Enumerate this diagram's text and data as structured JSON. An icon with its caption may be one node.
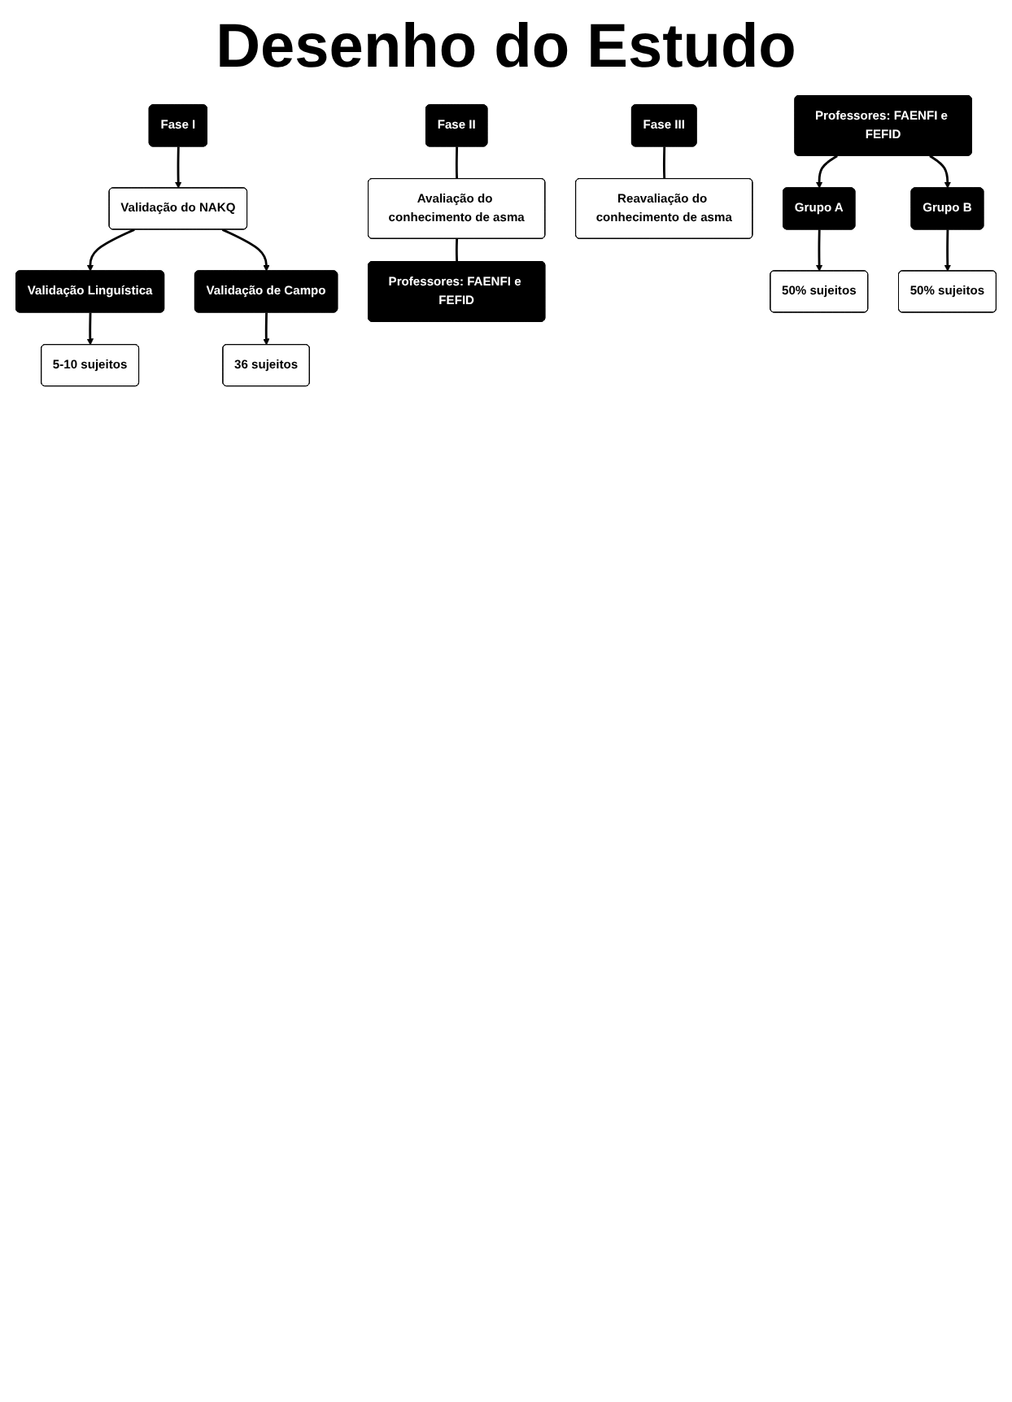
{
  "diagram": {
    "title": "Desenho do Estudo",
    "nodes": [
      {
        "text": [
          "Fase I"
        ]
      },
      {
        "text": [
          "Validação do NAKQ"
        ]
      },
      {
        "text": [
          "Validação Linguística"
        ]
      },
      {
        "text": [
          "Validação de Campo"
        ]
      },
      {
        "text": [
          "5-10 sujeitos"
        ]
      },
      {
        "text": [
          "36 sujeitos"
        ]
      },
      {
        "text": [
          "Fase II"
        ]
      },
      {
        "text": [
          "Avaliação do conhecimento de asma"
        ]
      },
      {
        "text": [
          "Professores: FAENFI e FEFID"
        ]
      },
      {
        "text": [
          "Fase III"
        ]
      },
      {
        "text": [
          "Reavaliação do conhecimento de asma"
        ]
      },
      {
        "text": [
          "Professores: FAENFI e FEFID"
        ]
      },
      {
        "text": [
          "Grupo A"
        ]
      },
      {
        "text": [
          "Grupo B"
        ]
      },
      {
        "text": [
          "50% sujeitos"
        ]
      },
      {
        "text": [
          "50% sujeitos"
        ]
      }
    ],
    "edges": [
      {
        "from": 0,
        "to": 1,
        "arrow": "to"
      },
      {
        "from": 1,
        "to": 2,
        "arrow": "to"
      },
      {
        "from": 1,
        "to": 3,
        "arrow": "to"
      },
      {
        "from": 2,
        "to": 4,
        "arrow": "to"
      },
      {
        "from": 3,
        "to": 5,
        "arrow": "to"
      },
      {
        "from": 6,
        "to": 7,
        "arrow": "none"
      },
      {
        "from": 7,
        "to": 8,
        "arrow": "none"
      },
      {
        "from": 9,
        "to": 10,
        "arrow": "none"
      },
      {
        "from": 11,
        "to": 12,
        "arrow": "to"
      },
      {
        "from": 11,
        "to": 13,
        "arrow": "to"
      },
      {
        "from": 12,
        "to": 14,
        "arrow": "to"
      },
      {
        "from": 13,
        "to": 15,
        "arrow": "to"
      }
    ]
  }
}
